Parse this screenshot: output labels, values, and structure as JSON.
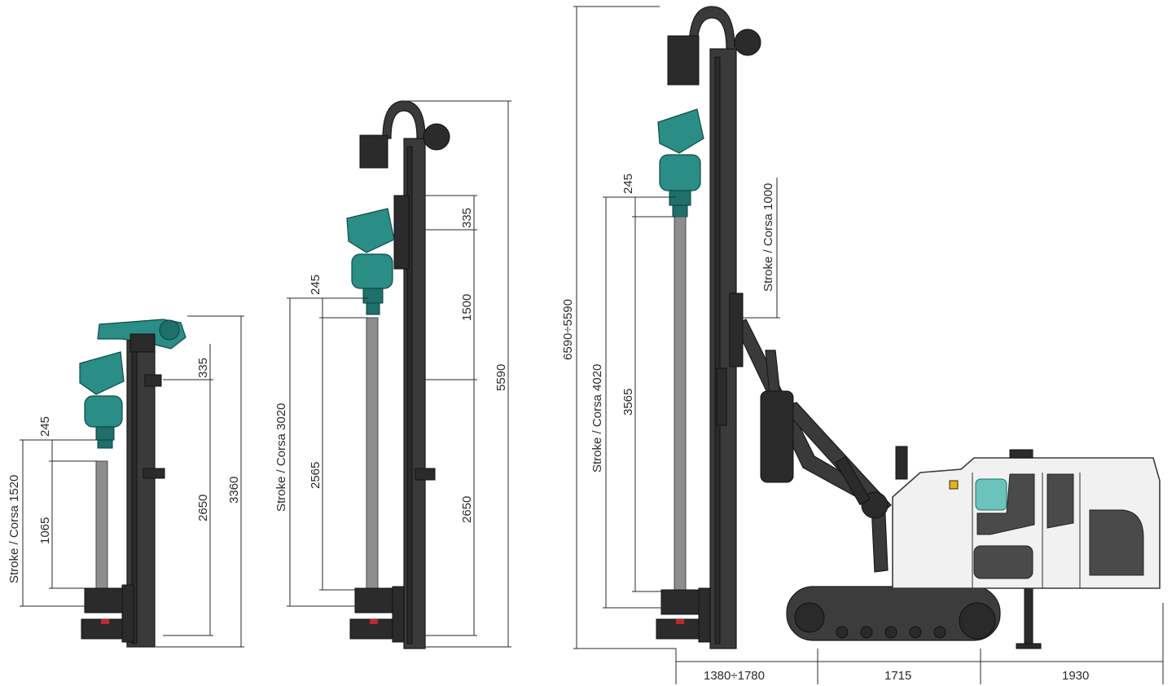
{
  "rig_small": {
    "stroke_label": "Stroke / Corsa  1520",
    "dim_245": "245",
    "dim_1065": "1065",
    "dim_335": "335",
    "dim_2650": "2650",
    "dim_3360": "3360"
  },
  "rig_medium": {
    "stroke_label": "Stroke / Corsa  3020",
    "dim_245": "245",
    "dim_2565": "2565",
    "dim_335": "335",
    "dim_1500": "1500",
    "dim_2650": "2650",
    "dim_5590": "5590"
  },
  "rig_large": {
    "height_range": "6590÷5590",
    "stroke_label": "Stroke / Corsa  4020",
    "dim_245": "245",
    "dim_3565": "3565",
    "stroke_upper_label": "Stroke / Corsa  1000",
    "dim_base_1": "1380÷1780",
    "dim_base_2": "1715",
    "dim_base_3": "1930"
  },
  "colors": {
    "accent_teal": "#2a8d86",
    "mast_dark": "#3a3a3a",
    "cab_light": "#f1f1f1",
    "cab_window": "#6cc3bb",
    "warning_yellow": "#e8b020"
  }
}
